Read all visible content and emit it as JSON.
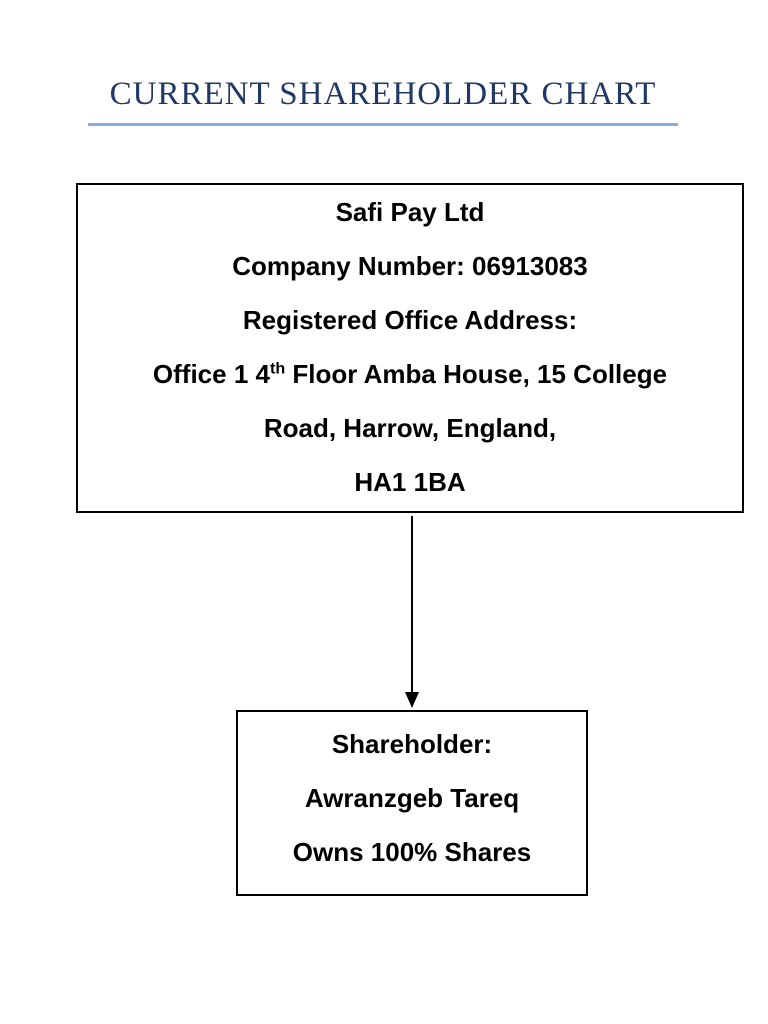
{
  "title": {
    "text": "CURRENT SHAREHOLDER CHART"
  },
  "colors": {
    "title": "#1F3864",
    "underline": "#8EAADC",
    "border": "#000000",
    "text": "#000000",
    "page_bg": "#FFFFFF"
  },
  "company_box": {
    "name": "Safi Pay Ltd",
    "company_number_line": "Company Number: 06913083",
    "address_heading": "Registered Office Address:",
    "address_line1_pre": "Office 1 4",
    "address_line1_sup": "th",
    "address_line1_post": " Floor Amba House, 15 College",
    "address_line2": "Road, Harrow, England,",
    "postcode": "HA1 1BA"
  },
  "connector": {
    "icon": "down-arrow",
    "direction": "company-to-shareholder"
  },
  "shareholder_box": {
    "heading": "Shareholder:",
    "name": "Awranzgeb Tareq",
    "ownership": "Owns 100% Shares"
  }
}
